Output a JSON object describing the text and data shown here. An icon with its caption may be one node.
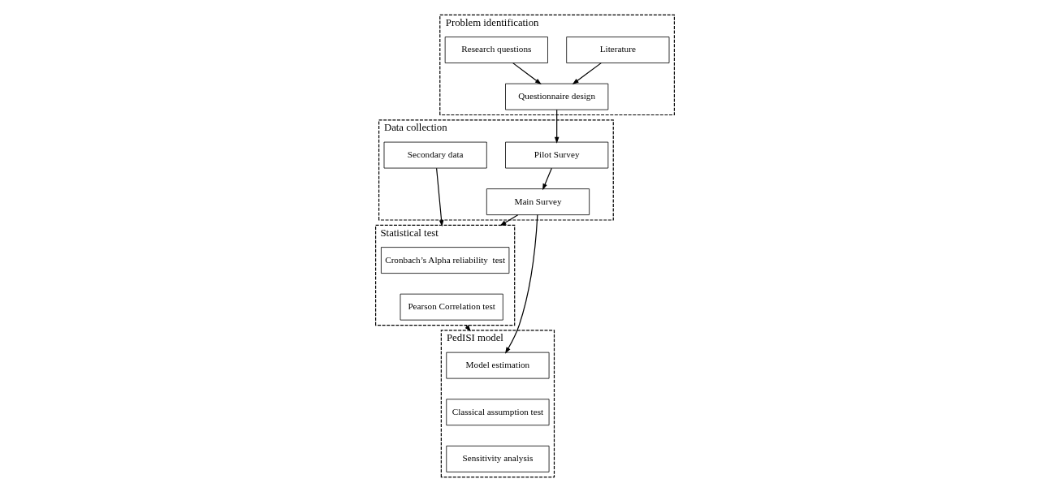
{
  "diagram": {
    "nodes": [
      {
        "text": [
          "Problem identification"
        ]
      },
      {
        "text": [
          "Literature"
        ],
        "in": 0
      },
      {
        "text": [
          "Research questions"
        ],
        "in": 0
      },
      {
        "text": [
          "Questionnaire design"
        ],
        "in": 0
      },
      {
        "text": [
          "Data collection"
        ]
      },
      {
        "text": [
          "Pilot Survey"
        ],
        "in": 4
      },
      {
        "text": [
          "Secondary data"
        ],
        "in": 4
      },
      {
        "text": [
          "Main Survey"
        ],
        "in": 4
      },
      {
        "text": [
          "Statistical test"
        ]
      },
      {
        "text": [
          "Cronbach’s Alpha reliability  test"
        ],
        "in": 8
      },
      {
        "text": [
          "Pearson Correlation test"
        ],
        "in": 8
      },
      {
        "text": [
          "PedISI model"
        ]
      },
      {
        "text": [
          "Model estimation"
        ],
        "in": 11
      },
      {
        "text": [
          "Classical assumption test"
        ],
        "in": 11
      },
      {
        "text": [
          "Sensitivity analysis"
        ],
        "in": 11
      }
    ],
    "edges": [
      {
        "from": 1,
        "to": 3,
        "arrow": "to"
      },
      {
        "from": 2,
        "to": 3,
        "arrow": "to"
      },
      {
        "from": 3,
        "to": 5,
        "arrow": "to"
      },
      {
        "from": 5,
        "to": 7,
        "arrow": "to"
      },
      {
        "from": 7,
        "to": 8,
        "arrow": "to"
      },
      {
        "from": 6,
        "to": 8,
        "arrow": "to"
      },
      {
        "from": 7,
        "to": 12,
        "arrow": "to"
      },
      {
        "from": 8,
        "to": 11,
        "arrow": "to"
      }
    ]
  }
}
